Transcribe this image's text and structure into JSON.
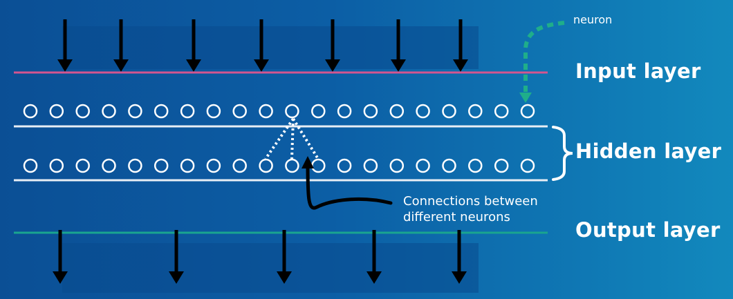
{
  "labels": {
    "neuron": "neuron",
    "input_layer": "Input layer",
    "hidden_layer": "Hidden layer",
    "output_layer": "Output layer",
    "connections_line1": "Connections between",
    "connections_line2": "different neurons"
  },
  "diagram": {
    "neurons_per_row": 20,
    "input_arrow_count": 7,
    "output_arrow_count": 5,
    "colors": {
      "input_line": "#d4558f",
      "output_line": "#1aa58f",
      "hidden_line": "#e8eef5",
      "neuron_stroke": "#ffffff",
      "arrow": "#000000",
      "neuron_pointer": "#1fae8a",
      "connection_dots": "#ffffff"
    }
  }
}
